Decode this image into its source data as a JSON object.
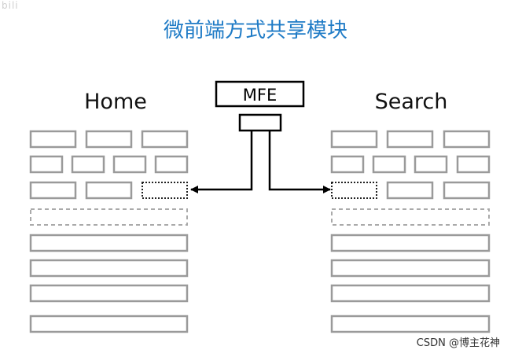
{
  "watermark": "bili",
  "title": "微前端方式共享模块",
  "module": {
    "label": "MFE"
  },
  "pages": [
    {
      "name": "Home"
    },
    {
      "name": "Search"
    }
  ],
  "credit": "CSDN @博主花神",
  "colors": {
    "title": "#1f7bc6",
    "block_border": "#9a9a9a",
    "line": "#000000"
  }
}
